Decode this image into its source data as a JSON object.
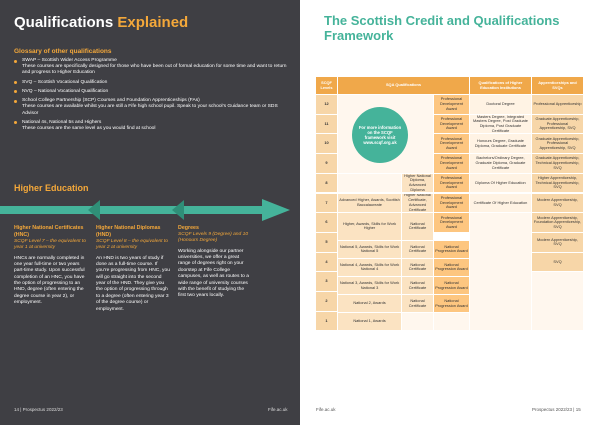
{
  "left": {
    "title_a": "Qualifications",
    "title_b": "Explained",
    "glossary_title": "Glossary of other qualifications",
    "glossary": [
      "SWAP – Scottish Wider Access Programme\nThese courses are specifically designed for those who have been out of formal education for some time and want to return and progress to Higher Education",
      "SVQ – Scottish Vocational Qualification",
      "NVQ – National Vocational Qualification",
      "School College Partnership (SCP) Courses and Foundation Apprenticeships (FAs)\nThese courses are available whilst you are still a Fife high school pupil. Speak to your school’s Guidance team or SDS Advisor",
      "National 4s, National 5s and Highers\nThese courses are the same level as you would find at school"
    ],
    "he_title": "Higher Education",
    "columns": [
      {
        "title": "Higher National Certificates (HNC)",
        "sub": "SCQF Level 7 – the equivalent to year 1 at university",
        "body": "HNCs are normally completed in one year full-time or two years part-time study. Upon successful completion of an HNC, you have the option of progressing to an HND, degree (often entering the degree course in year 2), or employment."
      },
      {
        "title": "Higher National Diplomas (HND)",
        "sub": "SCQF Level 8 – the equivalent to year 2 at university",
        "body": "An HND is two years of study if done as a full-time course. If you’re progressing from HNC, you will go straight into the second year of the HND. They give you the option of progressing through to a degree (often entering year 3 of the degree course) or employment."
      },
      {
        "title": "Degrees",
        "sub": "SCQF Levels 9 (Degree) and 10 (Honours Degree)",
        "body": "Working alongside our partner universities, we offer a great range of degrees right on your doorstep at Fife College campuses, as well as routes to a wide range of university courses with the benefit of studying the first two years locally."
      }
    ],
    "footer_page": "14 | Prospectus 2022/23",
    "footer_site": "Fife.ac.uk"
  },
  "right": {
    "title": "The Scottish Credit and Qualifications Framework",
    "headers": {
      "levels": "SCQF Levels",
      "sqa": "SQA Qualifications",
      "hei": "Qualifications of Higher Education Institutions",
      "app": "Apprenticeships and SVQs"
    },
    "circle_text": "For more information on the SCQF framework visit www.scqf.org.uk",
    "levels": [
      "12",
      "11",
      "10",
      "9",
      "8",
      "7",
      "6",
      "5",
      "4",
      "3",
      "2",
      "1"
    ],
    "pda": [
      "Professional Development Award",
      "Professional Development Award",
      "Professional Development Award",
      "Professional Development Award",
      "Professional Development Award",
      "Professional Development Award",
      "Professional Development Award",
      "",
      "",
      "",
      "",
      ""
    ],
    "hei": [
      "Doctoral Degree",
      "Masters Degree, Integrated Masters Degree, Post Graduate Diploma, Post Graduate Certificate",
      "Honours Degree, Graduate Diploma, Graduate Certificate",
      "Bachelors/Ordinary Degree, Graduate Diploma, Graduate Certificate",
      "Diploma Of Higher Education",
      "Certificate Of Higher Education"
    ],
    "app": [
      "Professional Apprenticeship",
      "Graduate Apprenticeship, Professional Apprenticeship, SVQ",
      "Graduate Apprenticeship, Professional Apprenticeship, SVQ",
      "Graduate Apprenticeship, Technical Apprenticeship, SVQ",
      "Higher Apprenticeship, Technical Apprenticeship, SVQ",
      "Modern Apprenticeship, SVQ",
      "Modern Apprenticeship, Foundation Apprenticeship, SVQ",
      "Modern Apprenticeship, SVQ",
      "SVQ"
    ],
    "hn": [
      "Higher National Diploma, Advanced Diploma",
      "Higher National Certificate, Advanced Certificate"
    ],
    "adv_higher": "Advanced Higher, Awards, Scottish Baccalaureate",
    "higher": "Higher, Awards, Skills for Work Higher",
    "n5": "National 5, Awards, Skills for Work National 5",
    "n4": "National 4, Awards, Skills for Work National 4",
    "n3": "National 3, Awards, Skills for Work National 3",
    "n2": "National 2, Awards",
    "n1": "National 1, Awards",
    "nc": "National Certificate",
    "npa": "National Progression Award",
    "footer_site": "Fife.ac.uk",
    "footer_page": "Prospectus 2022/23 | 15"
  },
  "colors": {
    "orange": "#f4a83a",
    "teal": "#45b39a",
    "dark": "#3f3f44"
  }
}
